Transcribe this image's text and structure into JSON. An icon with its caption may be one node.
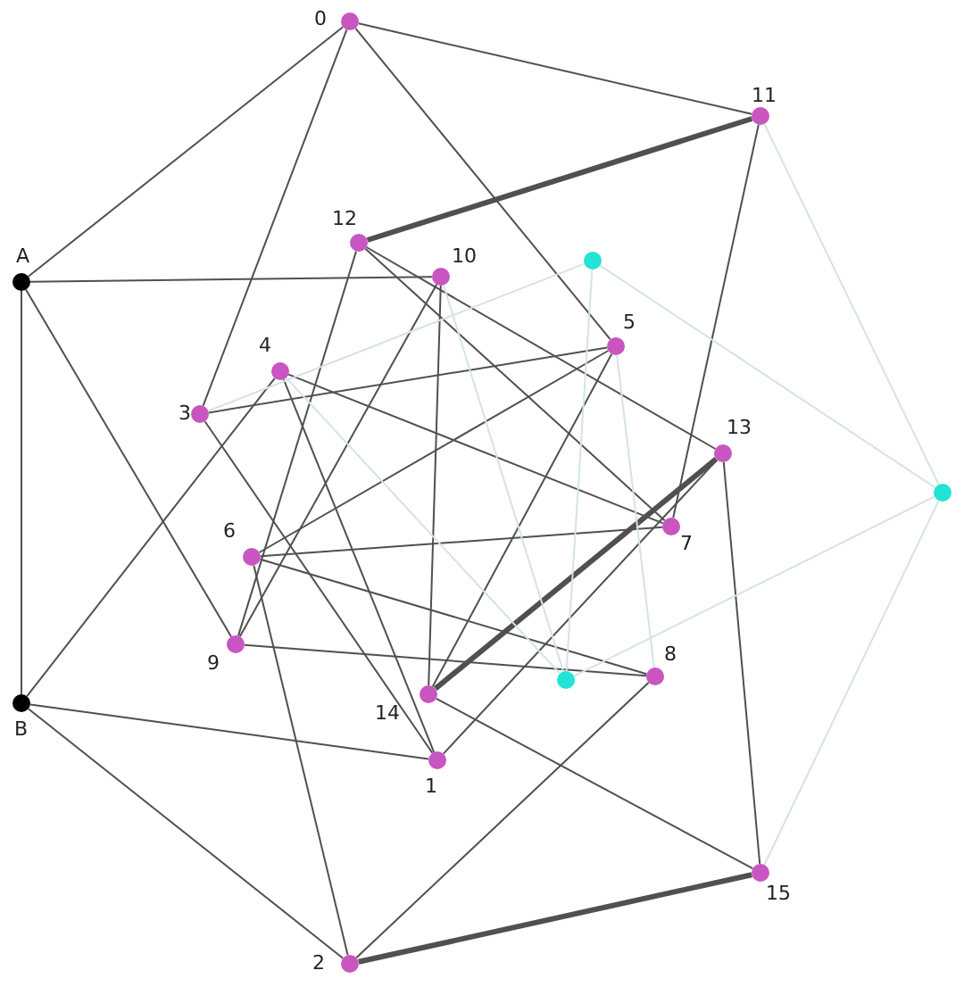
{
  "diagram": {
    "nodes": [
      {
        "text": [
          "0"
        ]
      },
      {
        "text": [
          "11"
        ]
      },
      {
        "text": [
          "12"
        ]
      },
      {
        "text": [],
        "shape": "circle"
      },
      {
        "text": [
          "10"
        ]
      },
      {
        "text": [
          "A"
        ]
      },
      {
        "text": [
          "5"
        ]
      },
      {
        "text": [
          "4"
        ]
      },
      {
        "text": [
          "3"
        ]
      },
      {
        "text": [
          "13"
        ]
      },
      {
        "text": [],
        "shape": "circle"
      },
      {
        "text": [
          "7"
        ]
      },
      {
        "text": [
          "6"
        ]
      },
      {
        "text": [
          "9"
        ]
      },
      {
        "text": [
          "8"
        ]
      },
      {
        "text": [],
        "shape": "circle"
      },
      {
        "text": [
          "14"
        ]
      },
      {
        "text": [
          "B"
        ]
      },
      {
        "text": [
          "1"
        ]
      },
      {
        "text": [
          "15"
        ]
      },
      {
        "text": [
          "2"
        ]
      }
    ],
    "edges": [
      {
        "from": 0,
        "to": 1,
        "arrow": "none"
      },
      {
        "from": 0,
        "to": 5,
        "arrow": "none"
      },
      {
        "from": 0,
        "to": 8,
        "arrow": "none"
      },
      {
        "from": 0,
        "to": 6,
        "arrow": "none"
      },
      {
        "from": 2,
        "to": 1,
        "arrow": "none",
        "style": "thick"
      },
      {
        "from": 5,
        "to": 4,
        "arrow": "none"
      },
      {
        "from": 5,
        "to": 17,
        "arrow": "none"
      },
      {
        "from": 5,
        "to": 13,
        "arrow": "none"
      },
      {
        "from": 2,
        "to": 13,
        "arrow": "none"
      },
      {
        "from": 4,
        "to": 13,
        "arrow": "none"
      },
      {
        "from": 13,
        "to": 14,
        "arrow": "none"
      },
      {
        "from": 4,
        "to": 16,
        "arrow": "none"
      },
      {
        "from": 2,
        "to": 11,
        "arrow": "none"
      },
      {
        "from": 2,
        "to": 9,
        "arrow": "none"
      },
      {
        "from": 7,
        "to": 11,
        "arrow": "none"
      },
      {
        "from": 7,
        "to": 18,
        "arrow": "none"
      },
      {
        "from": 7,
        "to": 17,
        "arrow": "none"
      },
      {
        "from": 8,
        "to": 18,
        "arrow": "none"
      },
      {
        "from": 8,
        "to": 6,
        "arrow": "none"
      },
      {
        "from": 12,
        "to": 6,
        "arrow": "none"
      },
      {
        "from": 12,
        "to": 11,
        "arrow": "none"
      },
      {
        "from": 12,
        "to": 14,
        "arrow": "none"
      },
      {
        "from": 12,
        "to": 20,
        "arrow": "none"
      },
      {
        "from": 6,
        "to": 16,
        "arrow": "none"
      },
      {
        "from": 9,
        "to": 16,
        "arrow": "none",
        "style": "thick"
      },
      {
        "from": 9,
        "to": 19,
        "arrow": "none"
      },
      {
        "from": 9,
        "to": 18,
        "arrow": "none"
      },
      {
        "from": 1,
        "to": 11,
        "arrow": "none"
      },
      {
        "from": 14,
        "to": 20,
        "arrow": "none"
      },
      {
        "from": 16,
        "to": 19,
        "arrow": "none"
      },
      {
        "from": 17,
        "to": 18,
        "arrow": "none"
      },
      {
        "from": 17,
        "to": 20,
        "arrow": "none"
      },
      {
        "from": 20,
        "to": 19,
        "arrow": "none",
        "style": "thick"
      },
      {
        "from": 8,
        "to": 3,
        "arrow": "none",
        "color": "#d4e3e6"
      },
      {
        "from": 3,
        "to": 10,
        "arrow": "none",
        "color": "#d4e3e6"
      },
      {
        "from": 3,
        "to": 15,
        "arrow": "none",
        "color": "#d4e3e6"
      },
      {
        "from": 7,
        "to": 15,
        "arrow": "none",
        "color": "#d4e3e6"
      },
      {
        "from": 4,
        "to": 15,
        "arrow": "none",
        "color": "#d4e3e6"
      },
      {
        "from": 6,
        "to": 14,
        "arrow": "none",
        "color": "#d4e3e6"
      },
      {
        "from": 15,
        "to": 10,
        "arrow": "none",
        "color": "#d4e3e6"
      },
      {
        "from": 1,
        "to": 10,
        "arrow": "none",
        "color": "#d4e3e6"
      },
      {
        "from": 10,
        "to": 19,
        "arrow": "none",
        "color": "#d4e3e6"
      }
    ]
  }
}
